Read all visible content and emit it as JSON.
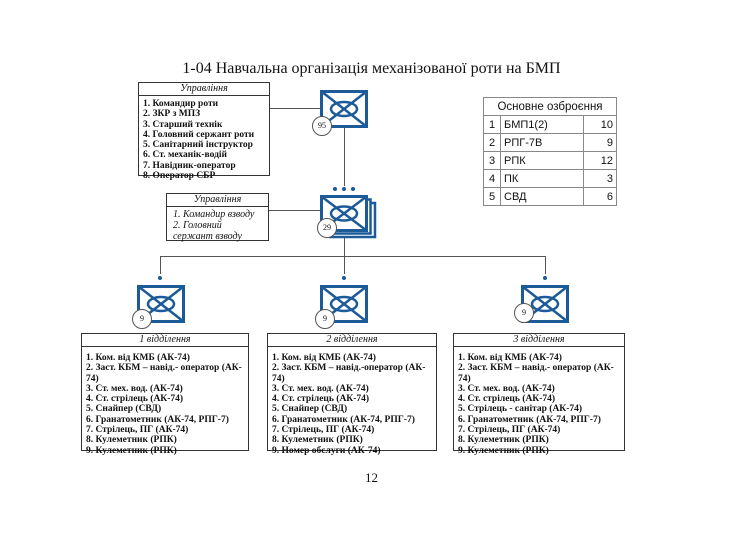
{
  "title": "1-04 Навчальна організація механізованої роти на БМП",
  "page_number": "12",
  "company": {
    "badge": "95",
    "header": "Управління",
    "members": [
      "1. Командир роти",
      "2. ЗКР з МПЗ",
      "3. Старший технік",
      "4. Головний сержант роти",
      "5. Санітарний інструктор",
      "6. Ст. механік-водій",
      "7. Навідник-оператор",
      "8. Оператор СБР"
    ]
  },
  "platoon": {
    "badge": "29",
    "header": "Управління",
    "members": [
      "1. Командир взводу",
      "2. Головний сержант взводу"
    ]
  },
  "squads": [
    {
      "badge": "9",
      "header": "1 відділення",
      "members": [
        "1. Ком. від КМБ (АК-74)",
        "2. Заст. КБМ – навід.- оператор (АК- 74)",
        "3. Ст. мех. вод. (АК-74)",
        "4. Ст. стрілець (АК-74)",
        "5. Снайпер (СВД)",
        "6. Гранатометник (АК-74, РПГ-7)",
        "7. Стрілець, ПГ (АК-74)",
        "8. Кулеметник (РПК)",
        "9. Кулеметник (РПК)"
      ]
    },
    {
      "badge": "9",
      "header": "2 відділення",
      "members": [
        "1. Ком. від КМБ (АК-74)",
        "2. Заст. КБМ – навід.-оператор (АК- 74)",
        "3. Ст. мех. вод. (АК-74)",
        "4. Ст. стрілець (АК-74)",
        "5. Снайпер (СВД)",
        "6. Гранатометник (АК-74, РПГ-7)",
        "7. Стрілець, ПГ (АК-74)",
        "8. Кулеметник (РПК)",
        "9. Номер обслуги (АК-74)"
      ]
    },
    {
      "badge": "9",
      "header": "3 відділення",
      "members": [
        "1. Ком. від КМБ (АК-74)",
        "2. Заст. КБМ – навід.- оператор (АК- 74)",
        "3. Ст. мех. вод. (АК-74)",
        "4. Ст. стрілець (АК-74)",
        "5. Стрілець - санітар (АК-74)",
        "6. Гранатометник (АК-74, РПГ-7)",
        "7. Стрілець, ПГ (АК-74)",
        "8. Кулеметник (РПК)",
        "9. Кулеметник (РПК)"
      ]
    }
  ],
  "weapons": {
    "header": "Основне озброєння",
    "rows": [
      {
        "n": "1",
        "name": "БМП1(2)",
        "qty": "10"
      },
      {
        "n": "2",
        "name": "РПГ-7В",
        "qty": "9"
      },
      {
        "n": "3",
        "name": "РПК",
        "qty": "12"
      },
      {
        "n": "4",
        "name": "ПК",
        "qty": "3"
      },
      {
        "n": "5",
        "name": "СВД",
        "qty": "6"
      }
    ]
  },
  "colors": {
    "symbol_blue": "#1d5a9a",
    "line": "#555555"
  }
}
